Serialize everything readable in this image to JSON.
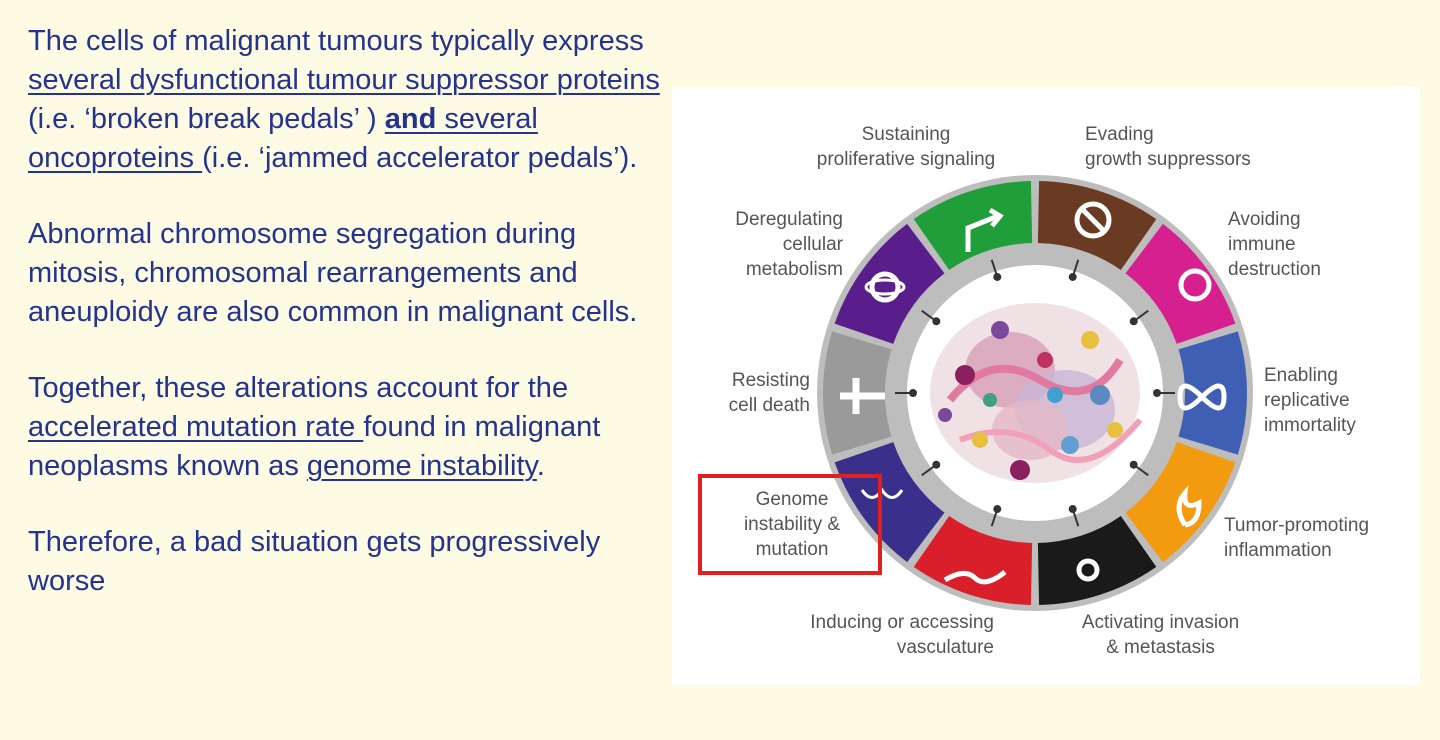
{
  "paragraphs": {
    "p1": {
      "a": "The cells of malignant tumours typically express ",
      "b": "several dysfunctional tumour suppressor proteins ",
      "c": "(i.e. ‘broken break pedals’ ) ",
      "d": "and",
      "e": " several oncoproteins ",
      "f": "(i.e. ‘jammed accelerator pedals’)."
    },
    "p2": "Abnormal chromosome segregation during mitosis, chromosomal rearrangements and aneuploidy are also common in malignant cells.",
    "p3": {
      "a": "Together, these alterations account for the ",
      "b": "accelerated mutation rate ",
      "c": "found in malignant neoplasms known as ",
      "d": "genome instability",
      "e": "."
    },
    "p4": "Therefore, a bad situation gets progressively worse"
  },
  "diagram": {
    "labels": {
      "sustaining": "Sustaining\nproliferative signaling",
      "evading": "Evading\ngrowth suppressors",
      "avoiding": "Avoiding\nimmune\ndestruction",
      "enabling": "Enabling\nreplicative\nimmortality",
      "tumor": "Tumor-promoting\ninflammation",
      "activating": "Activating invasion\n& metastasis",
      "inducing": "Inducing or accessing\nvasculature",
      "genome": "Genome\ninstability &\nmutation",
      "resisting": "Resisting\ncell death",
      "deregulating": "Deregulating\ncellular\nmetabolism"
    },
    "segment_colors": [
      "#1f9e3a",
      "#6b3a22",
      "#d6208f",
      "#3f5fb5",
      "#f29a10",
      "#1a1a1a",
      "#d9202a",
      "#3a2f8a",
      "#9a9a9a",
      "#5a1e8c"
    ],
    "highlight_color": "#e02020"
  }
}
